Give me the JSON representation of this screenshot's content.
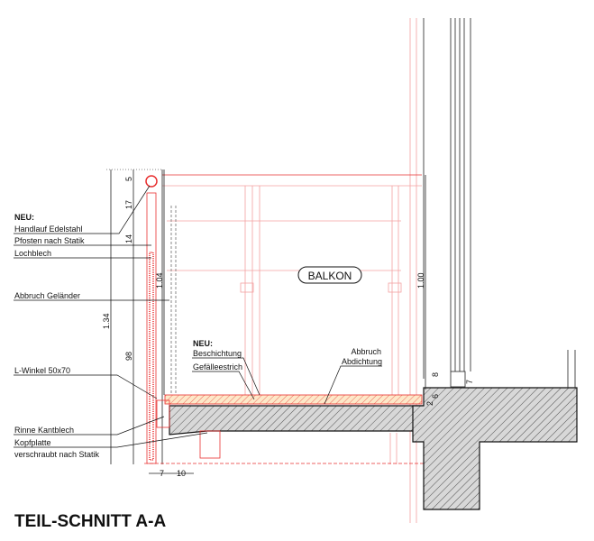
{
  "title": "TEIL-SCHNITT A-A",
  "room_label": "BALKON",
  "left_labels": {
    "neu": "NEU:",
    "handlauf": "Handlauf Edelstahl",
    "pfosten": "Pfosten nach Statik",
    "lochblech": "Lochblech",
    "abbruch_gelaender": "Abbruch Geländer",
    "l_winkel": "L-Winkel 50x70",
    "rinne": "Rinne Kantblech",
    "kopfplatte": "Kopfplatte",
    "verschraubt": "verschraubt nach Statik"
  },
  "floor_labels": {
    "neu": "NEU:",
    "beschichtung": "Beschichtung",
    "gefaelleestrich": "Gefälleestrich",
    "abbruch": "Abbruch",
    "abdichtung": "Abdichtung"
  },
  "dimensions": {
    "d5": "5",
    "d17": "17",
    "d14": "14",
    "d98": "98",
    "d134": "1.34",
    "d104": "1.04",
    "d100": "1.00",
    "d7": "7",
    "d10": "10",
    "d8": "8",
    "d7b": "7",
    "d6": "6",
    "d2": "2"
  },
  "colors": {
    "red": "#e83030",
    "pink": "#f4a0a0",
    "line": "#222222"
  }
}
